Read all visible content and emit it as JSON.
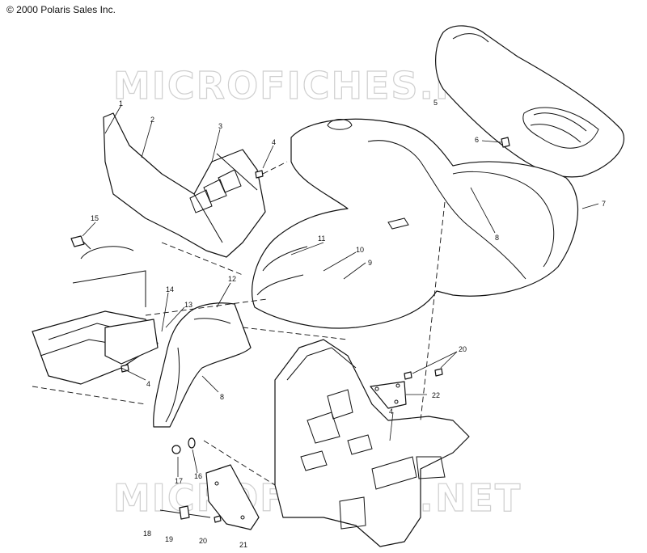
{
  "copyright": "© 2000 Polaris Sales Inc.",
  "watermark": "MICROFICHES.NET",
  "callouts": [
    "1",
    "2",
    "3",
    "4",
    "5",
    "6",
    "7",
    "8",
    "9",
    "10",
    "11",
    "12",
    "13",
    "14",
    "15",
    "16",
    "17",
    "18",
    "19",
    "20",
    "21",
    "22"
  ],
  "colors": {
    "line": "#111111",
    "watermark": "#cfcfcf",
    "background": "#ffffff"
  }
}
